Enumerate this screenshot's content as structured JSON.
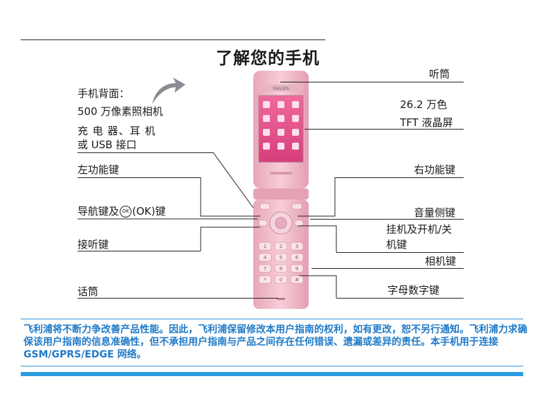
{
  "page": {
    "title": "了解您的手机"
  },
  "labels": {
    "back": "手机背面：",
    "camera": "500 万像素照相机",
    "charger_line1": "充 电 器、耳 机",
    "charger_line2": "或 USB 接口",
    "left_soft": "左功能键",
    "nav_pre": "导航键及",
    "ok_icon": "OK",
    "nav_post": "(OK)键",
    "answer": "接听键",
    "mic": "话筒",
    "earpiece": "听筒",
    "colors": "26.2 万色",
    "lcd": "TFT 液晶屏",
    "right_soft": "右功能键",
    "volume": "音量侧键",
    "hangup_line1": "挂机及开机/关",
    "hangup_line2": "机键",
    "camera_key": "相机键",
    "keypad": "字母数字键"
  },
  "notice": "飞利浦将不断力争改善产品性能。因此，飞利浦保留修改本用户指南的权利，如有更改，恕不另行通知。飞利浦力求确保该用户指南的信息准确性，但不承担用户指南与产品之间存在任何错误、遗漏或差异的责任。本手机用于连接 GSM/GPRS/EDGE 网络。",
  "phone_brand": "PHILIPS",
  "keys": [
    "1",
    "2",
    "3",
    "4",
    "5",
    "6",
    "7",
    "8",
    "9",
    "*",
    "0",
    "#"
  ],
  "colors": {
    "accent_blue": "#2a9fe0",
    "notice_text": "#1e7ac8",
    "phone_pink": "#f2b8c8"
  }
}
